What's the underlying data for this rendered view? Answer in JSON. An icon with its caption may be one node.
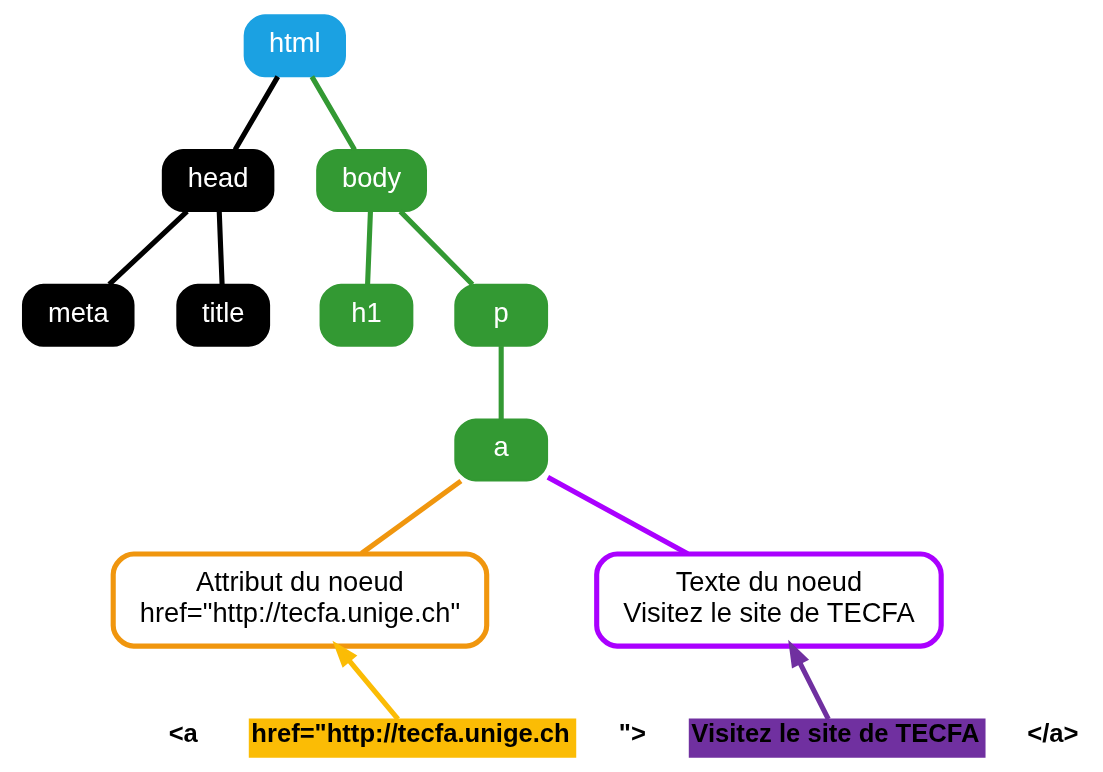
{
  "diagram": {
    "nodes": [
      {
        "text": [
          "html"
        ]
      },
      {
        "text": [
          "head"
        ]
      },
      {
        "text": [
          "body"
        ]
      },
      {
        "text": [
          "meta"
        ]
      },
      {
        "text": [
          "title"
        ]
      },
      {
        "text": [
          "h1"
        ]
      },
      {
        "text": [
          "p"
        ]
      },
      {
        "text": [
          "a"
        ]
      },
      {
        "text": [
          "Attribut du noeud",
          "href=\"http://tecfa.unige.ch\""
        ]
      },
      {
        "text": [
          "Texte du noeud",
          "Visitez le site de TECFA"
        ]
      },
      {
        "text": [
          "href=\"http://tecfa.unige.ch"
        ]
      },
      {
        "text": [
          "Visitez le site de TECFA"
        ]
      }
    ],
    "edges": [
      {
        "from": 0,
        "to": 1,
        "arrow": "none",
        "color": "#000000"
      },
      {
        "from": 0,
        "to": 2,
        "arrow": "none"
      },
      {
        "from": 1,
        "to": 3,
        "arrow": "none",
        "color": "#000000"
      },
      {
        "from": 1,
        "to": 4,
        "arrow": "none",
        "color": "#000000"
      },
      {
        "from": 2,
        "to": 5,
        "arrow": "none"
      },
      {
        "from": 2,
        "to": 6,
        "arrow": "none"
      },
      {
        "from": 6,
        "to": 7,
        "arrow": "none"
      },
      {
        "from": 7,
        "to": 8,
        "arrow": "none",
        "color": "#f0960e"
      },
      {
        "from": 7,
        "to": 9,
        "arrow": "none",
        "color": "#aa00ff"
      },
      {
        "from": 10,
        "to": 8,
        "arrow": "to",
        "color": "#fbbc05"
      },
      {
        "from": 11,
        "to": 9,
        "arrow": "to",
        "color": "#7030a0"
      }
    ],
    "labels": [
      "<a ",
      "\">",
      "</a>"
    ]
  }
}
